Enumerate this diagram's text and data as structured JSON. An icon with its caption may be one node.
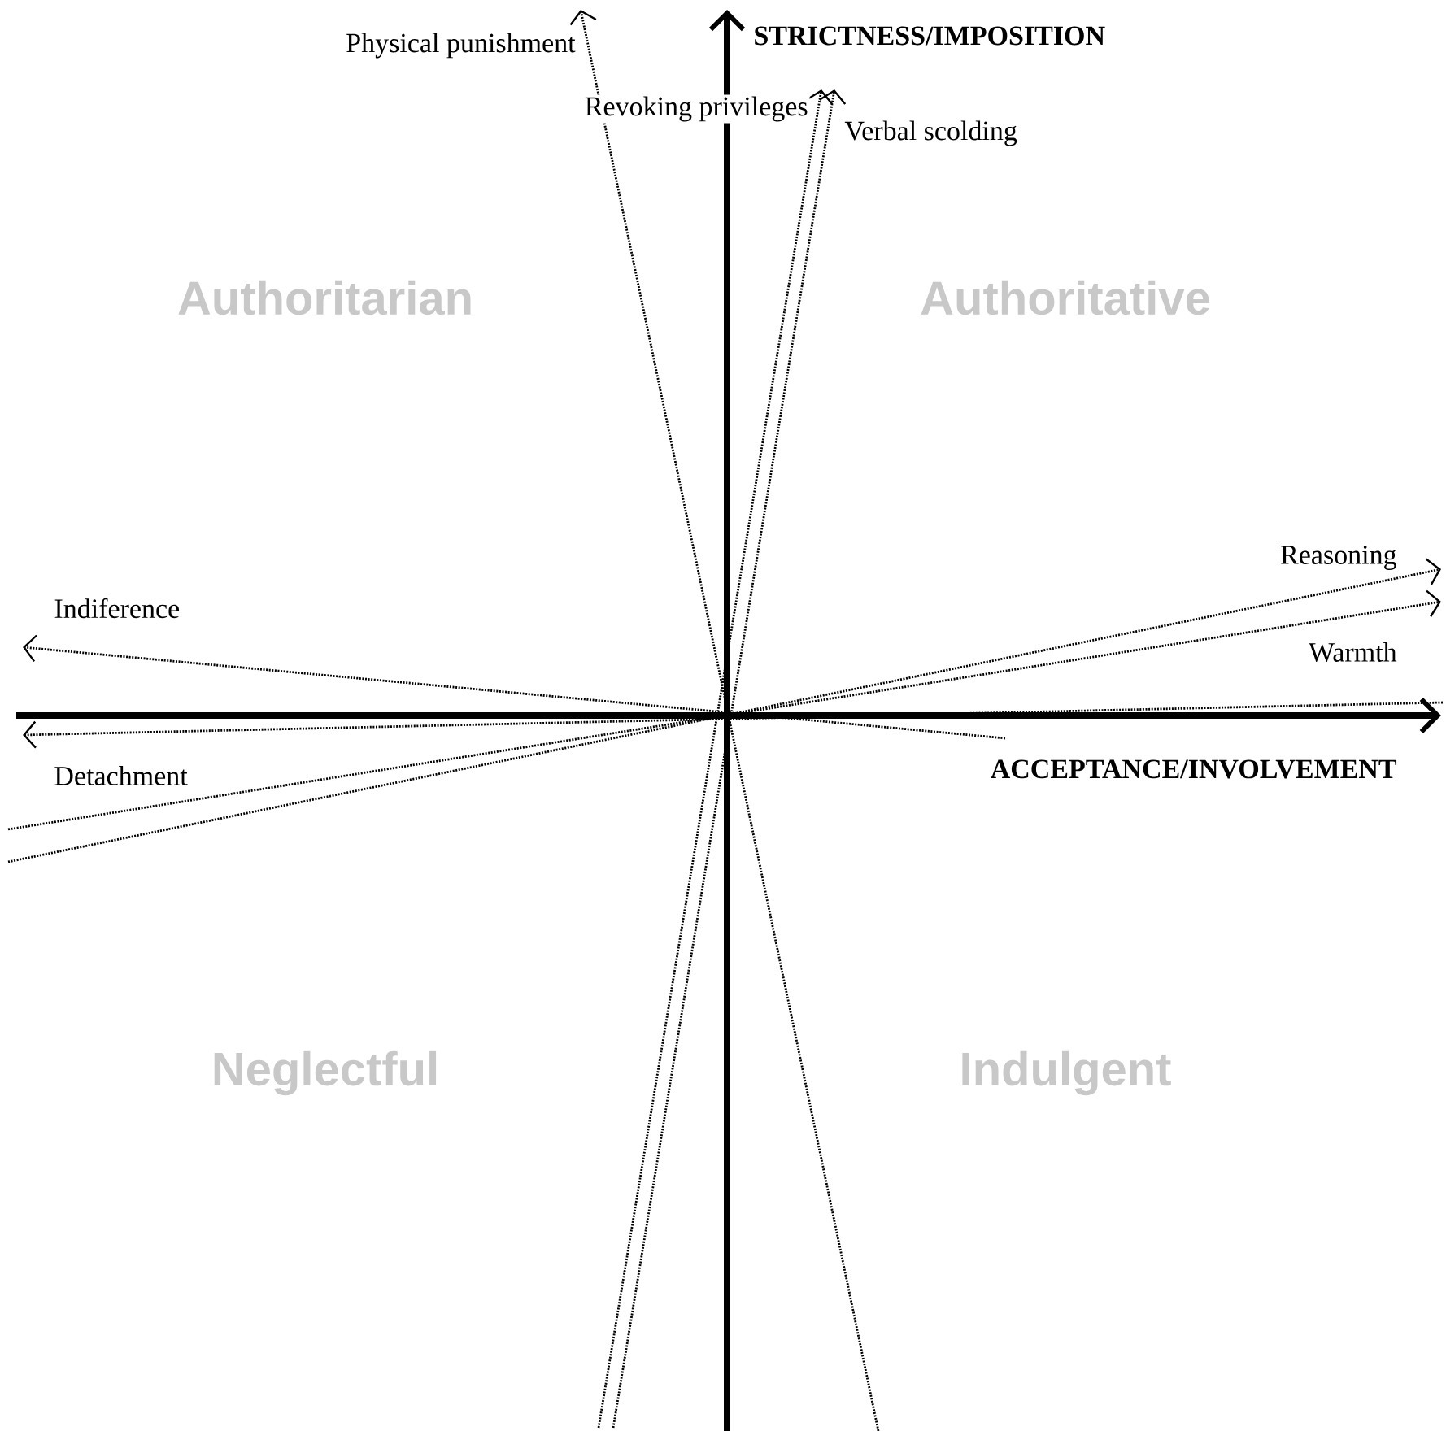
{
  "diagram": {
    "labels": [
      "Physical punishment",
      "STRICTNESS/IMPOSITION",
      "Revoking privileges",
      "Verbal scolding",
      "Authoritarian",
      "Authoritative",
      "Reasoning",
      "Indiference",
      "Warmth",
      "Detachment",
      "ACCEPTANCE/INVOLVEMENT",
      "Neglectful",
      "Indulgent"
    ]
  }
}
